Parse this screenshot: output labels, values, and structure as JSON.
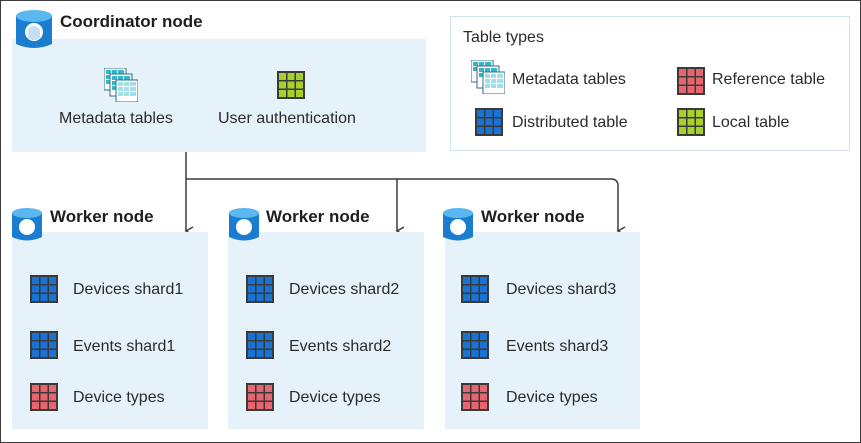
{
  "coordinator": {
    "title": "Coordinator node",
    "items": [
      {
        "label": "Metadata tables",
        "icon": "metadata-table-icon"
      },
      {
        "label": "User authentication",
        "icon": "local-table-icon"
      }
    ]
  },
  "legend": {
    "title": "Table types",
    "items": [
      {
        "label": "Metadata tables",
        "icon": "metadata-table-icon"
      },
      {
        "label": "Reference table",
        "icon": "reference-table-icon"
      },
      {
        "label": "Distributed table",
        "icon": "distributed-table-icon"
      },
      {
        "label": "Local table",
        "icon": "local-table-icon"
      }
    ]
  },
  "workers": [
    {
      "title": "Worker node",
      "rows": [
        {
          "label": "Devices shard1",
          "type": "distributed"
        },
        {
          "label": "Events shard1",
          "type": "distributed"
        },
        {
          "label": "Device types",
          "type": "reference"
        }
      ]
    },
    {
      "title": "Worker node",
      "rows": [
        {
          "label": "Devices shard2",
          "type": "distributed"
        },
        {
          "label": "Events shard2",
          "type": "distributed"
        },
        {
          "label": "Device types",
          "type": "reference"
        }
      ]
    },
    {
      "title": "Worker node",
      "rows": [
        {
          "label": "Devices shard3",
          "type": "distributed"
        },
        {
          "label": "Events shard3",
          "type": "distributed"
        },
        {
          "label": "Device types",
          "type": "reference"
        }
      ]
    }
  ],
  "colors": {
    "distributed": "#1a73d2",
    "reference": "#e8646e",
    "local": "#a6d12b",
    "metadata": "#35b6c8",
    "node_bg": "#e6f2fa",
    "connector": "#3b3b3b"
  }
}
